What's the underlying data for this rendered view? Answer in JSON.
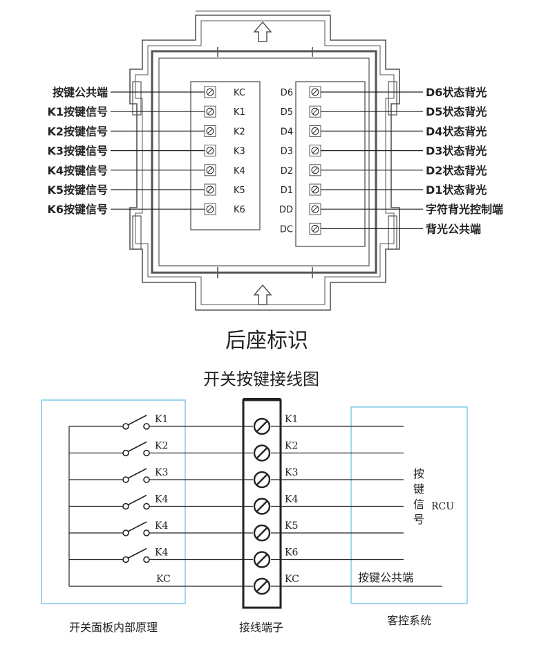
{
  "rear": {
    "caption": "后座标识",
    "left_terminals": [
      "KC",
      "K1",
      "K2",
      "K3",
      "K4",
      "K5",
      "K6"
    ],
    "left_callouts": [
      "按键公共端",
      "K1按键信号",
      "K2按键信号",
      "K3按键信号",
      "K4按键信号",
      "K5按键信号",
      "K6按键信号"
    ],
    "right_terminals": [
      "D6",
      "D5",
      "D4",
      "D3",
      "D2",
      "D1",
      "DD",
      "DC"
    ],
    "right_callouts": [
      "D6状态背光",
      "D5状态背光",
      "D4状态背光",
      "D3状态背光",
      "D2状态背光",
      "D1状态背光",
      "字符背光控制端",
      "背光公共端"
    ]
  },
  "wiring": {
    "title": "开关按键接线图",
    "switch_labels": [
      "K1",
      "K2",
      "K3",
      "K4",
      "K4",
      "K4"
    ],
    "common_label": "KC",
    "terminal_labels": [
      "K1",
      "K2",
      "K3",
      "K4",
      "K5",
      "K6",
      "KC"
    ],
    "rcu_chars": [
      "按",
      "键",
      "信",
      "号"
    ],
    "rcu_label": "RCU",
    "rcu_common": "按键公共端",
    "panel_caption": "开关面板内部原理",
    "terminal_caption": "接线端子",
    "system_caption": "客控系统"
  },
  "colors": {
    "line": "#222222",
    "frame": "#555555",
    "box": "#7fc8ea"
  }
}
